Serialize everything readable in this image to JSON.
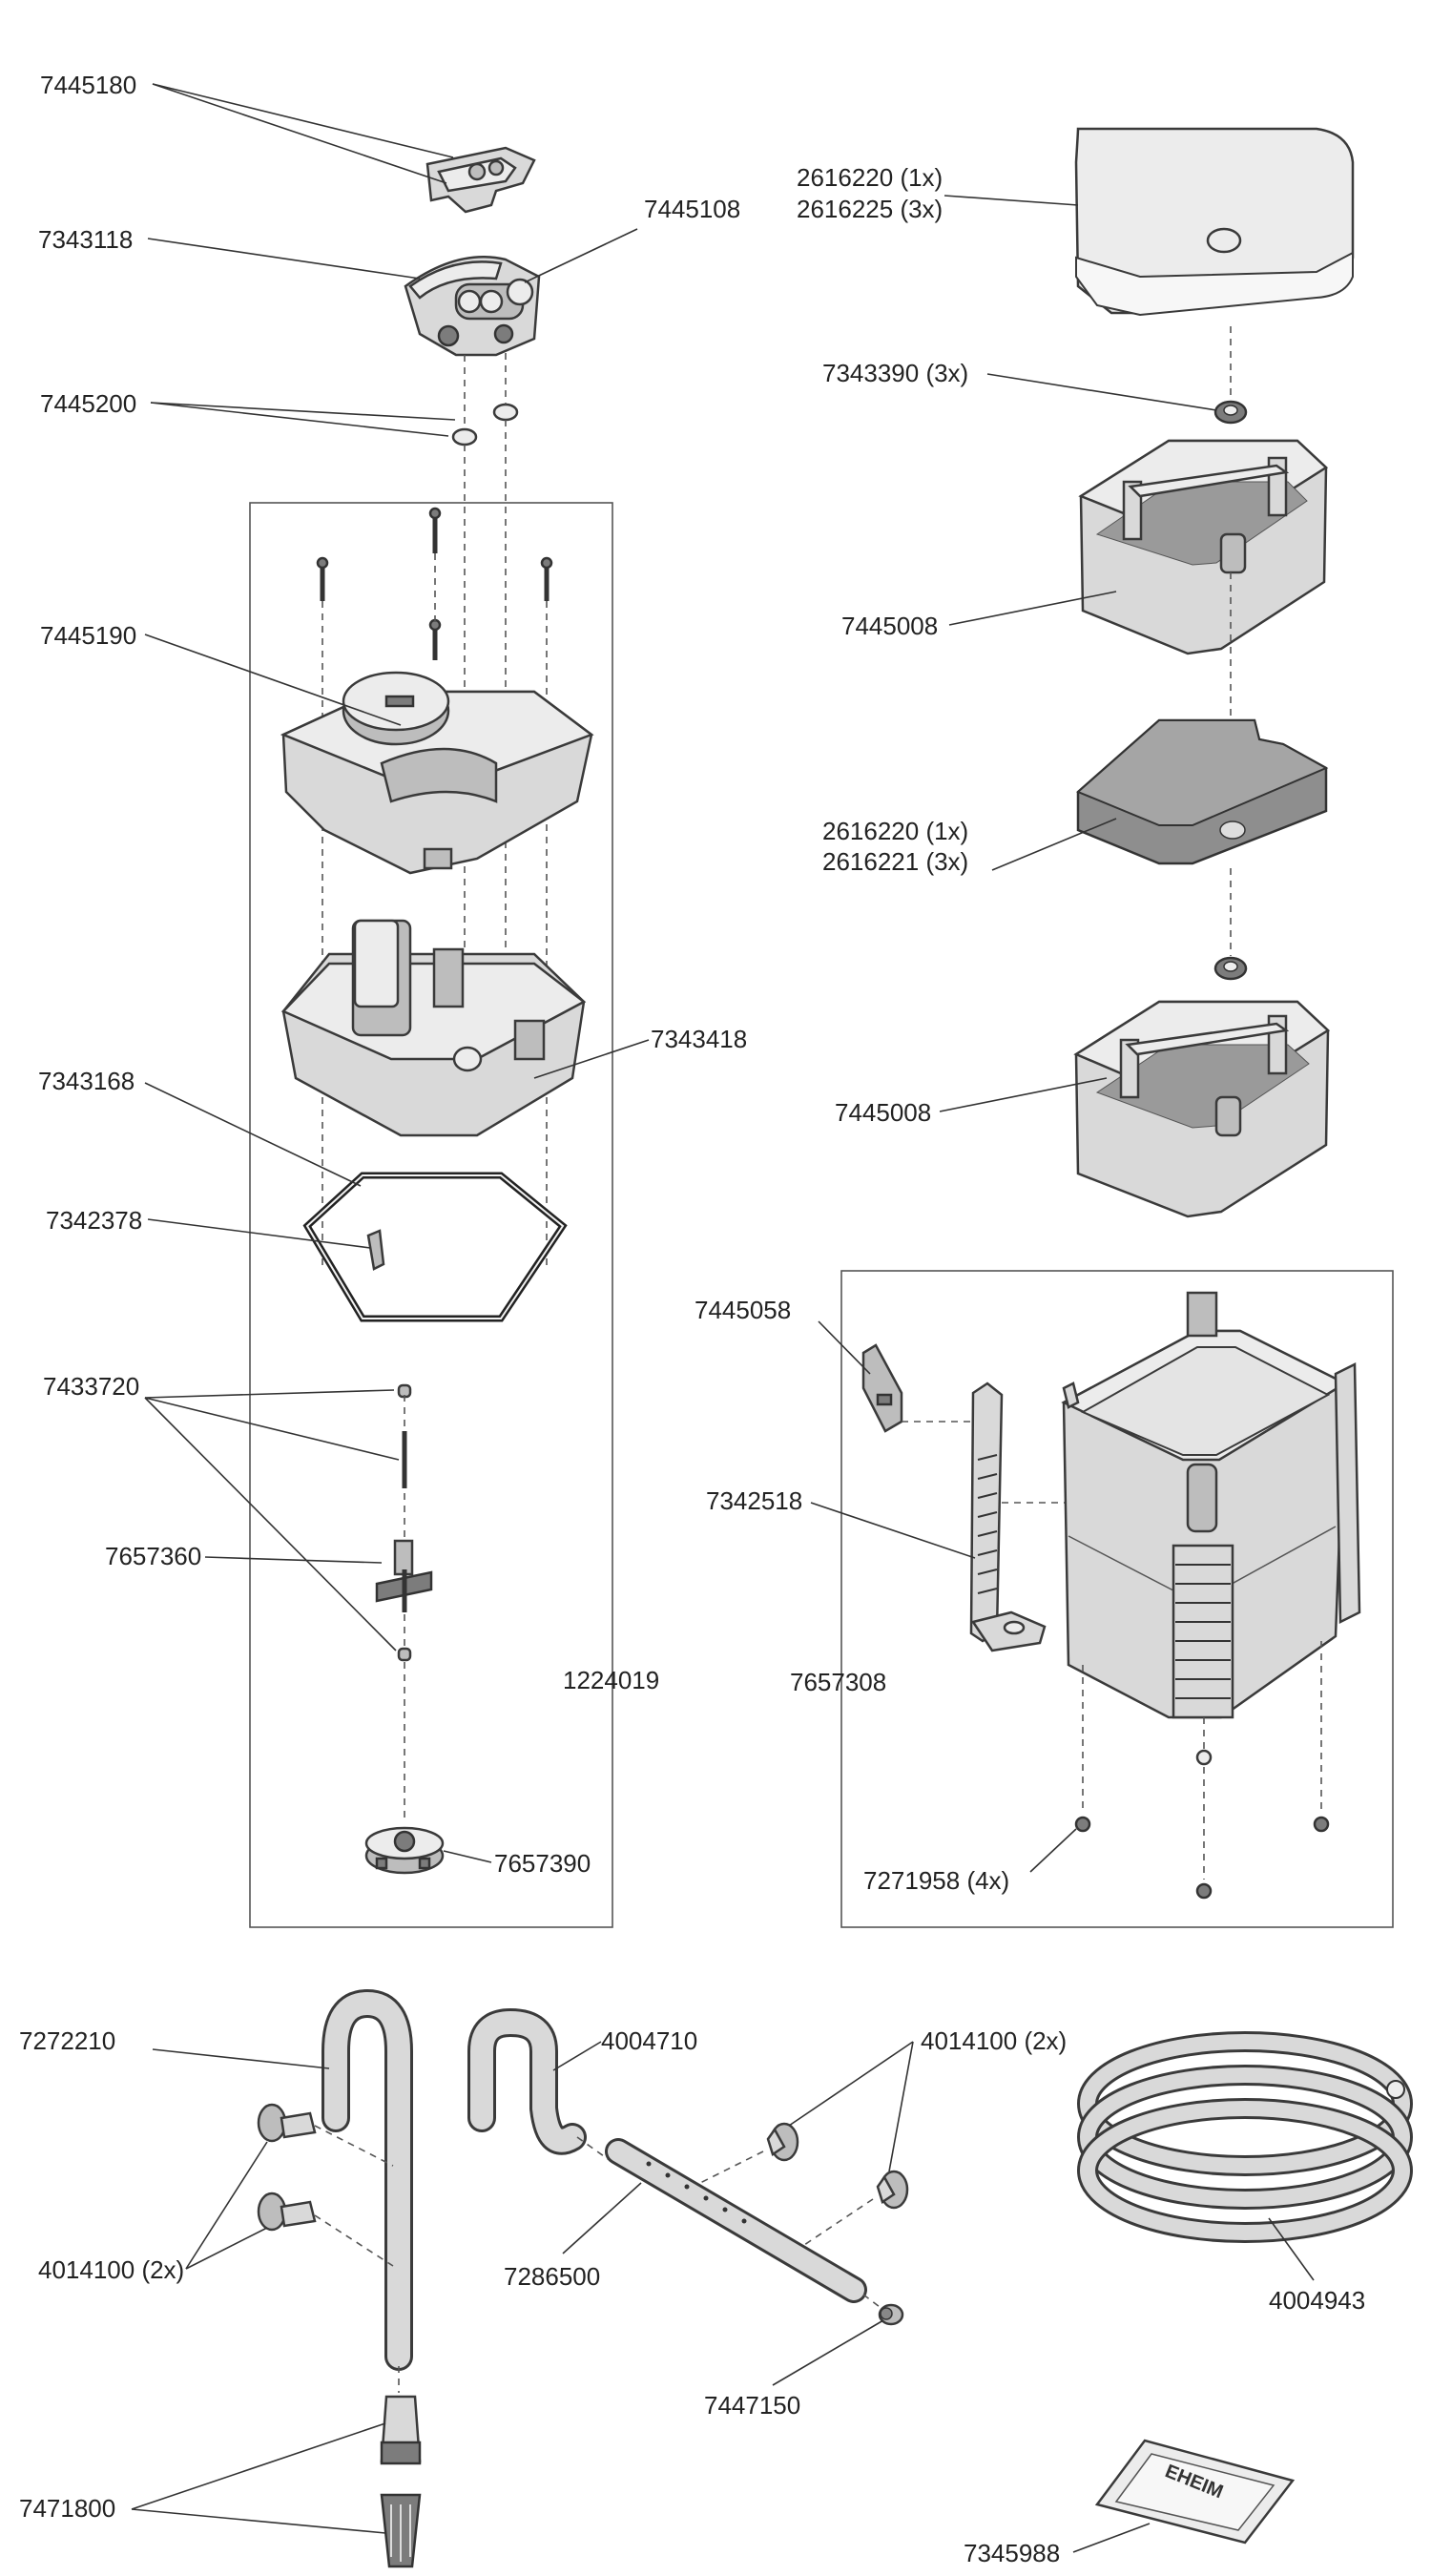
{
  "labels": {
    "clip_top": "7445180",
    "valve_block": "7343118",
    "valve_screw": "7445108",
    "o_rings": "7445200",
    "pump_head": "7445190",
    "motor_housing": "7343418",
    "seal_ring": "7343168",
    "small_part": "7342378",
    "shaft_parts": "7433720",
    "impeller": "7657360",
    "pump_kit": "1224019",
    "impeller_cover": "7657390",
    "top_pad_a": "2616220 (1x)",
    "top_pad_b": "2616225 (3x)",
    "grommet": "7343390 (3x)",
    "basket_upper": "7445008",
    "mid_pad_a": "2616220 (1x)",
    "mid_pad_b": "2616221 (3x)",
    "basket_lower": "7445008",
    "latch": "7445058",
    "side_clip": "7342518",
    "canister": "7657308",
    "feet": "7271958 (4x)",
    "intake_pipe": "7272210",
    "suction_cups_left": "4014100 (2x)",
    "strainer": "7471800",
    "outlet_bend": "4004710",
    "spray_bar": "7286500",
    "end_cap": "7447150",
    "suction_cups_right": "4014100 (2x)",
    "hose": "4004943",
    "grease": "7345988"
  },
  "logo_text": "EHEIM"
}
